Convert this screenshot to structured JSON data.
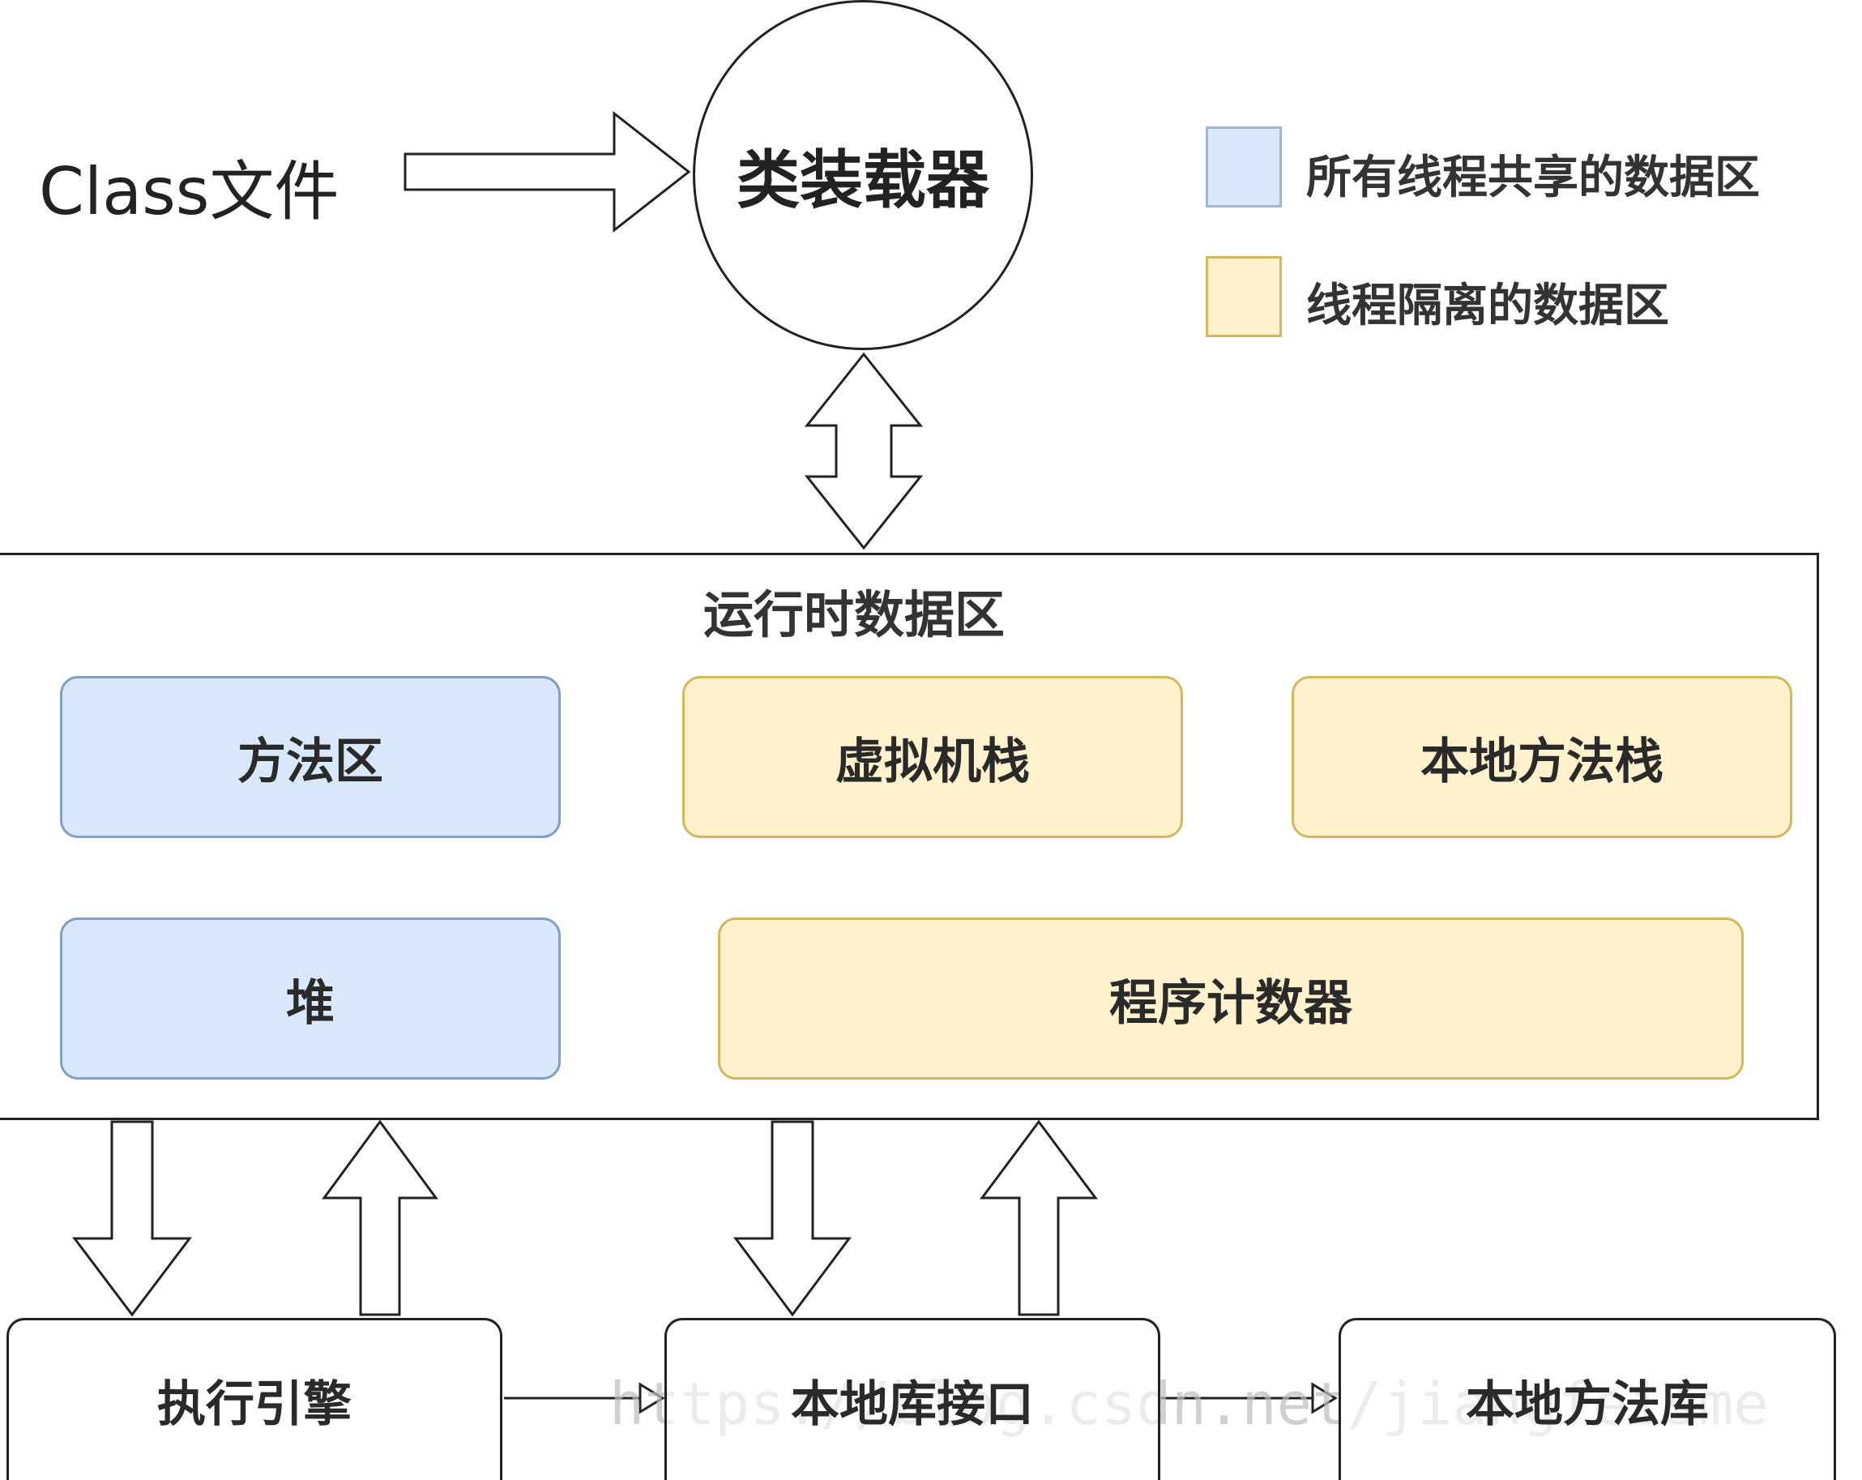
{
  "input": {
    "label": "Class文件"
  },
  "loader": {
    "label": "类装载器"
  },
  "legend": {
    "shared": {
      "label": "所有线程共享的数据区",
      "color": "#dae8fc"
    },
    "isolated": {
      "label": "线程隔离的数据区",
      "color": "#fff2cc"
    }
  },
  "runtime": {
    "title": "运行时数据区",
    "areas": [
      {
        "label": "方法区",
        "kind": "shared"
      },
      {
        "label": "虚拟机栈",
        "kind": "isolated"
      },
      {
        "label": "本地方法栈",
        "kind": "isolated"
      },
      {
        "label": "堆",
        "kind": "shared"
      },
      {
        "label": "程序计数器",
        "kind": "isolated"
      }
    ]
  },
  "bottom": {
    "engine": "执行引擎",
    "native_interface": "本地库接口",
    "native_library": "本地方法库"
  },
  "watermark": "https://blog.csdn.net/jiangfeisme"
}
